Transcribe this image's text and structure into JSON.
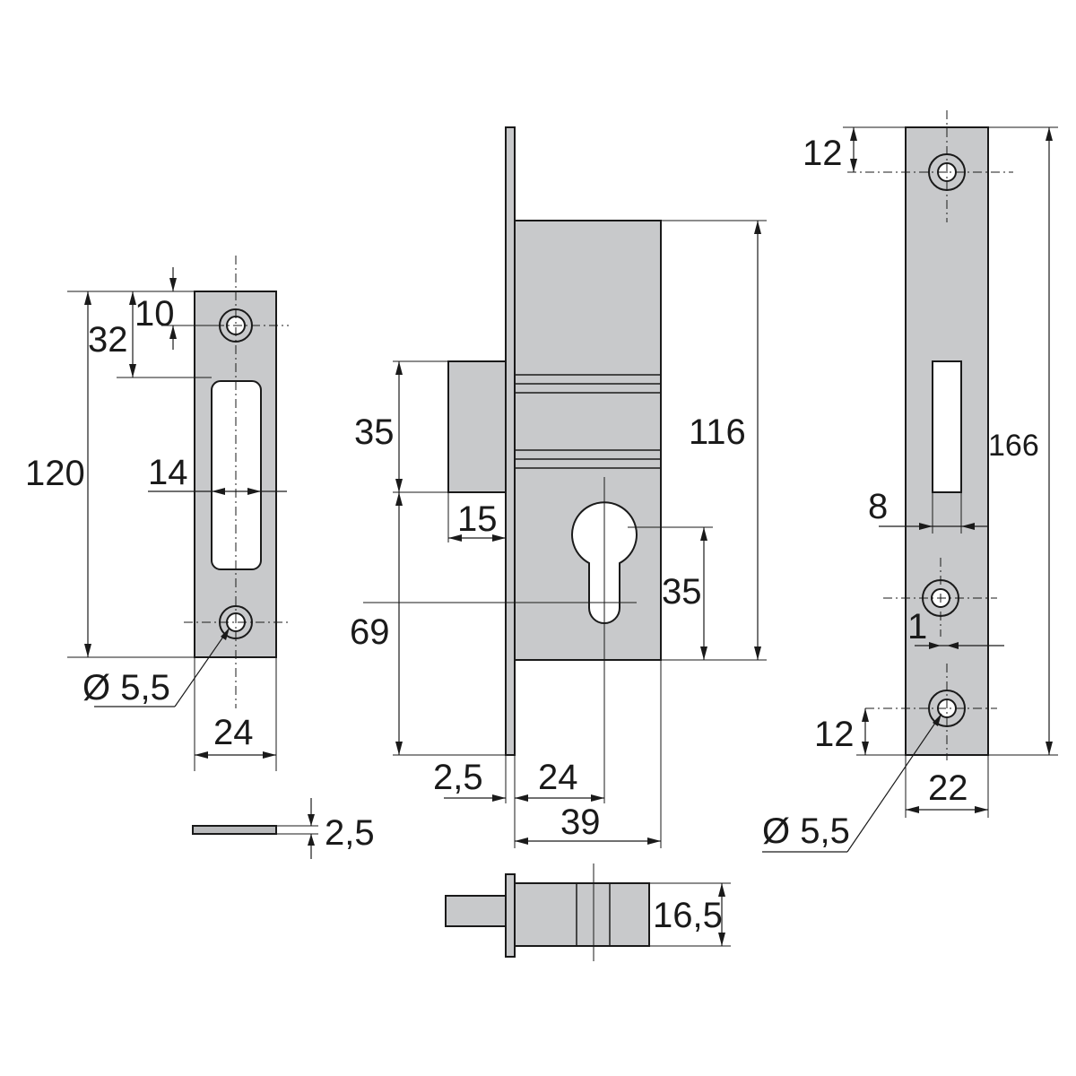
{
  "strike_plate": {
    "dim_10": "10",
    "dim_32": "32",
    "dim_120": "120",
    "dim_14": "14",
    "hole_diameter": "Ø 5,5",
    "dim_24": "24",
    "thickness": "2,5"
  },
  "lock_body": {
    "dim_116": "116",
    "dim_35_bolt": "35",
    "dim_15": "15",
    "dim_35_cylinder": "35",
    "dim_69": "69",
    "dim_2_5": "2,5",
    "dim_24": "24",
    "dim_39": "39",
    "dim_16_5": "16,5"
  },
  "faceplate": {
    "dim_12_top": "12",
    "dim_166": "166",
    "dim_8": "8",
    "dim_1": "1",
    "dim_12_bottom": "12",
    "dim_22": "22",
    "hole_diameter": "Ø 5,5"
  }
}
